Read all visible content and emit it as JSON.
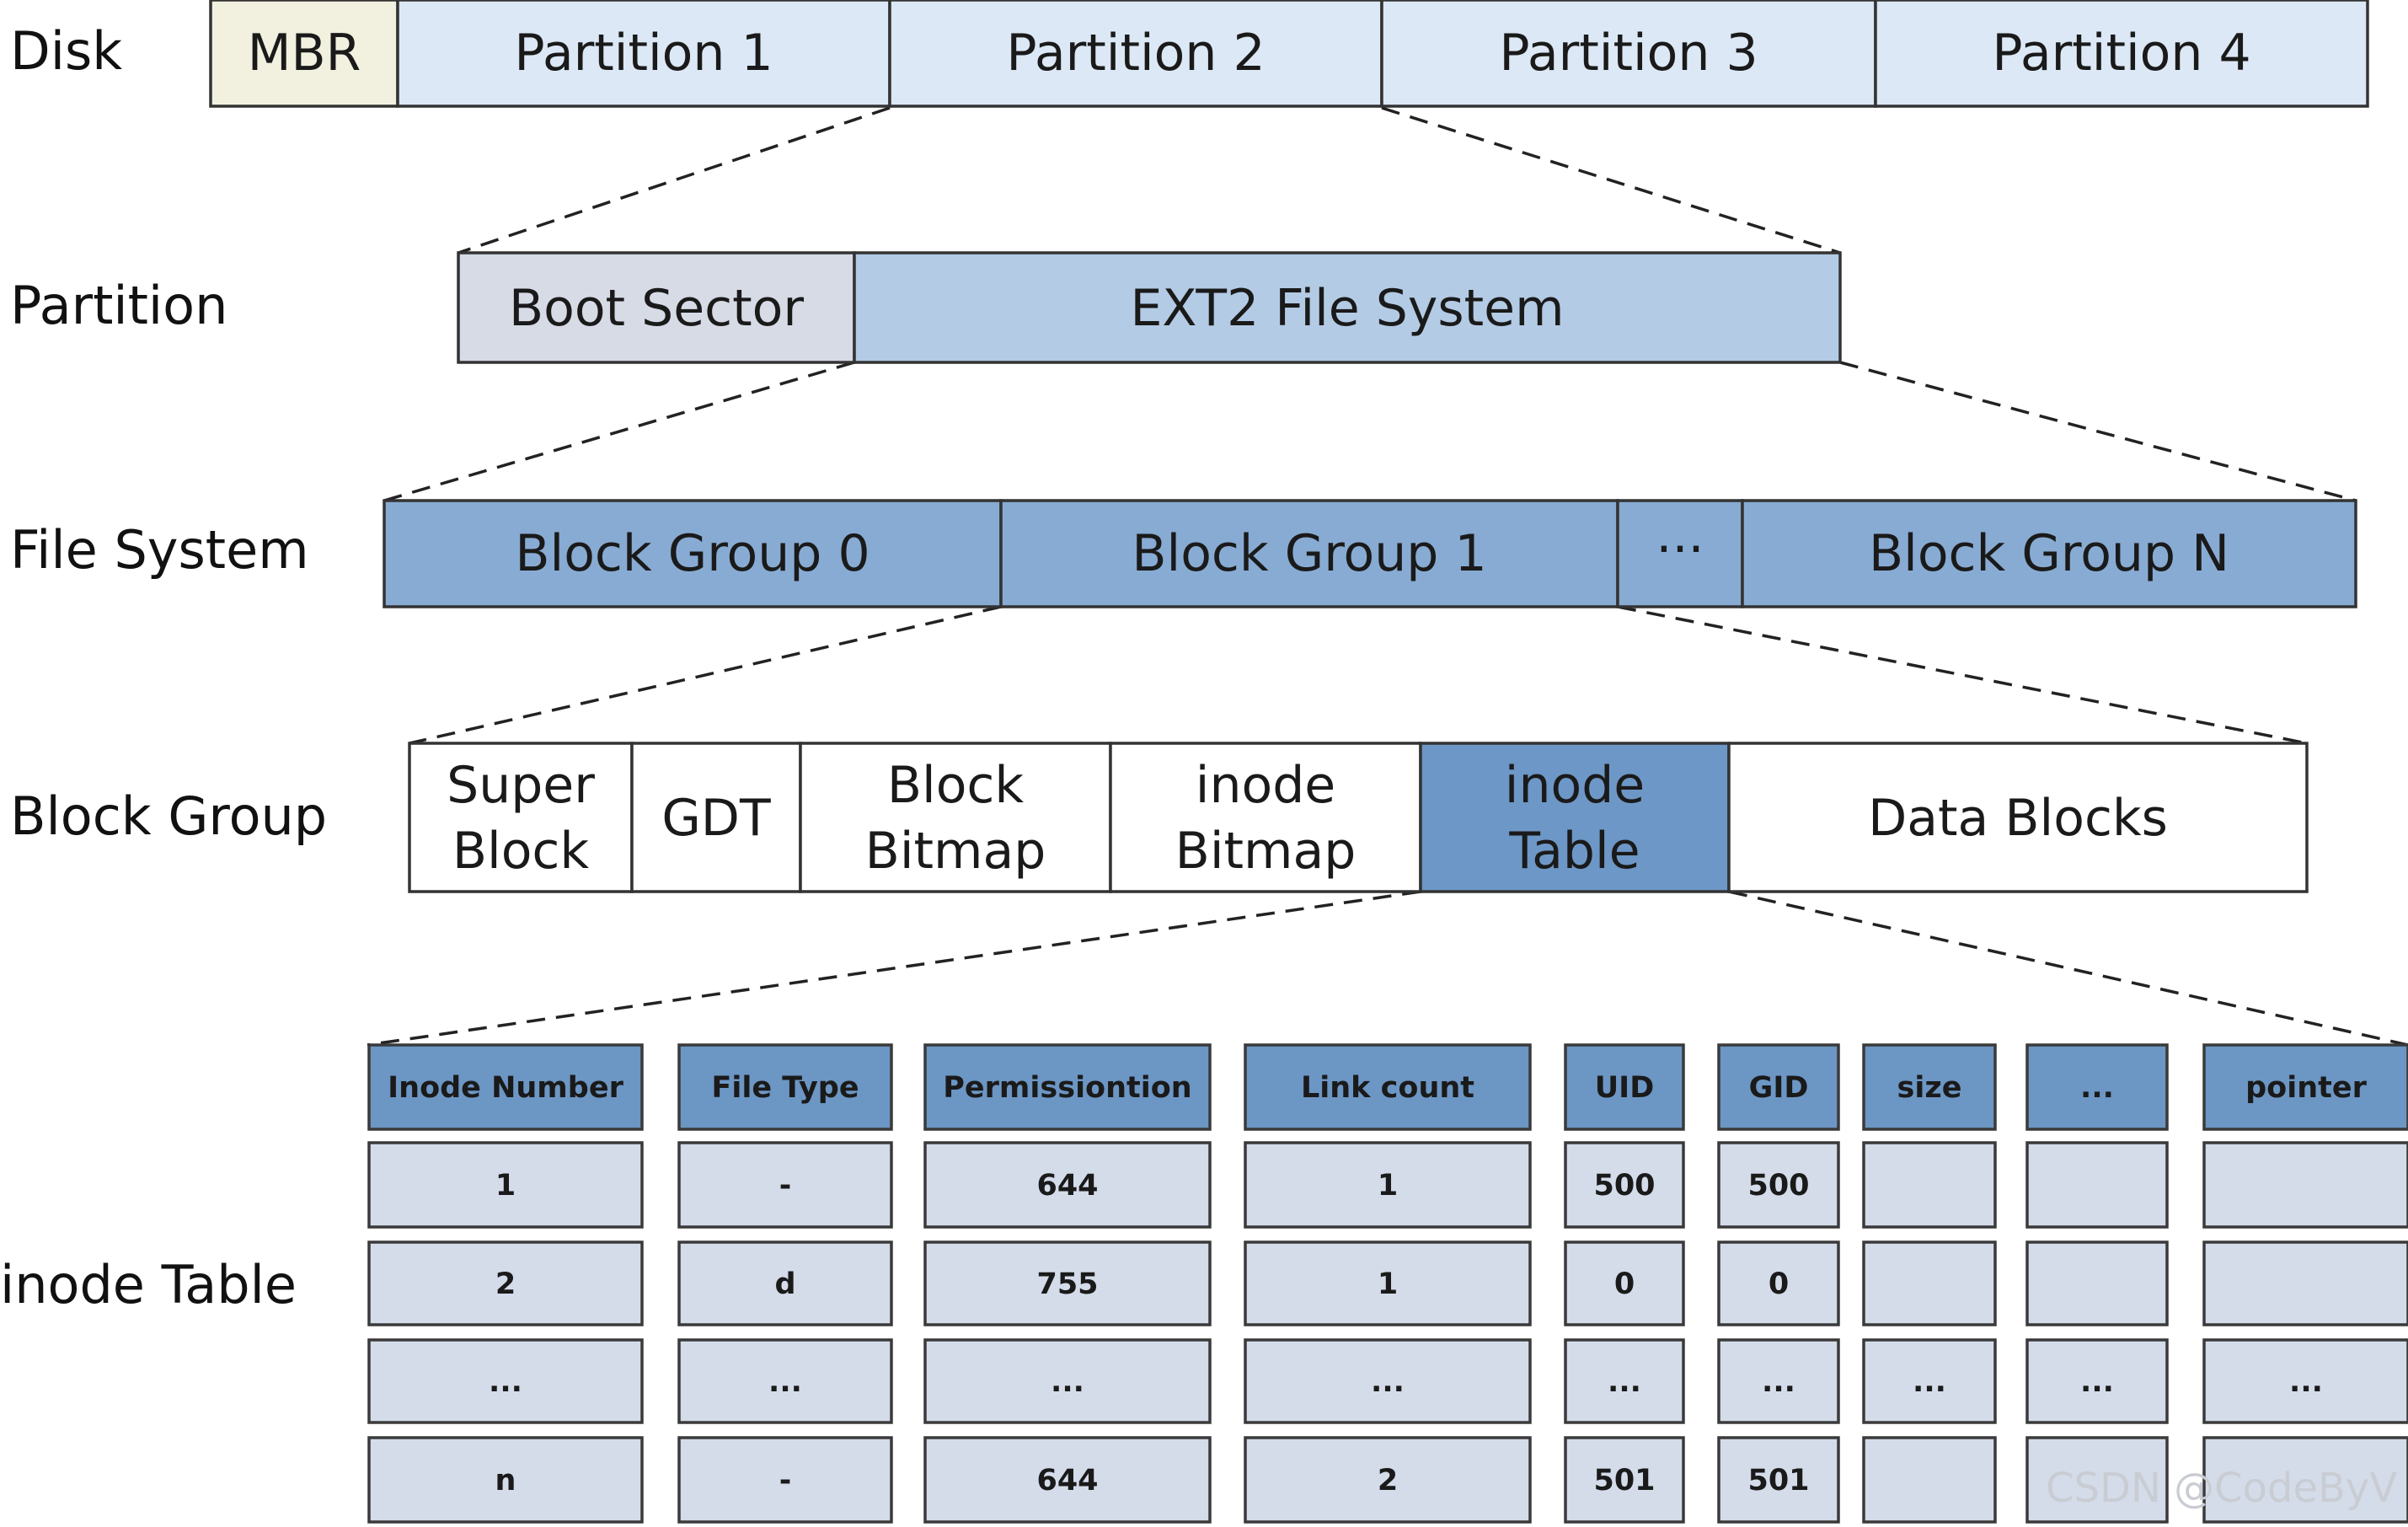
{
  "colors": {
    "mbr": "#f2f1df",
    "light_blue": "#dce8f5",
    "gray_blue": "#d6dbe6",
    "mid_blue": "#a9c4e2",
    "dark_blue": "#6d97c6",
    "white": "#ffffff",
    "table_header": "#6c96c4",
    "table_cell": "#d4dcea"
  },
  "rows": {
    "disk": "Disk",
    "partition": "Partition",
    "file_system": "File System",
    "block_group": "Block Group",
    "inode_table": "inode Table"
  },
  "disk": {
    "mbr": "MBR",
    "partitions": [
      "Partition 1",
      "Partition 2",
      "Partition 3",
      "Partition 4"
    ]
  },
  "partition": {
    "boot_sector": "Boot Sector",
    "fs": "EXT2 File System"
  },
  "file_system": {
    "groups": [
      "Block Group 0",
      "Block Group 1",
      "···",
      "Block Group N"
    ]
  },
  "block_group": {
    "super_block": [
      "Super",
      "Block"
    ],
    "gdt": "GDT",
    "block_bitmap": [
      "Block",
      "Bitmap"
    ],
    "inode_bitmap": [
      "inode",
      "Bitmap"
    ],
    "inode_table": [
      "inode",
      "Table"
    ],
    "data_blocks": "Data Blocks"
  },
  "inode_table": {
    "headers": [
      "Inode Number",
      "File Type",
      "Permissiontion",
      "Link count",
      "UID",
      "GID",
      "size",
      "...",
      "pointer"
    ],
    "rows": [
      [
        "1",
        "-",
        "644",
        "1",
        "500",
        "500",
        "",
        "",
        ""
      ],
      [
        "2",
        "d",
        "755",
        "1",
        "0",
        "0",
        "",
        "",
        ""
      ],
      [
        "...",
        "...",
        "...",
        "...",
        "...",
        "...",
        "...",
        "...",
        "..."
      ],
      [
        "n",
        "-",
        "644",
        "2",
        "501",
        "501",
        "",
        "",
        ""
      ]
    ]
  },
  "watermark": "CSDN @CodeByV"
}
